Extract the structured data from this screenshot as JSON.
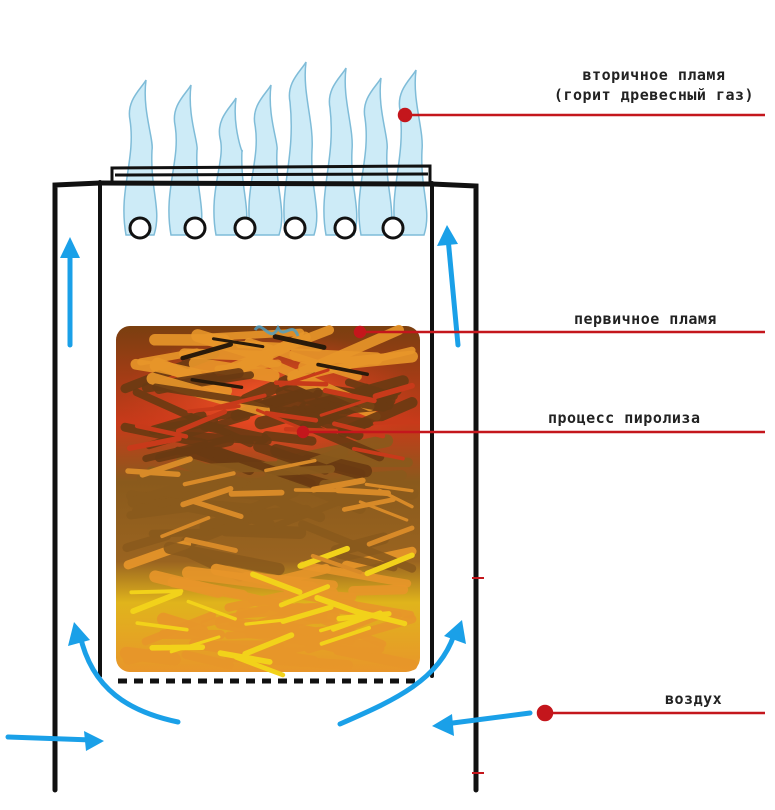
{
  "labels": {
    "secondary_flame_line1": "вторичное пламя",
    "secondary_flame_line2": "(горит древесный газ)",
    "primary_flame": "первичное пламя",
    "pyrolysis": "процесс пиролиза",
    "air": "воздух"
  },
  "colors": {
    "leader_line": "#c4161c",
    "stove_outline": "#111111",
    "airflow_arrow": "#1aa0e8",
    "secondary_flame": "#bfe6f6",
    "primary_flame": "#e23b1e",
    "wood_dark": "#8a5a1c",
    "wood_orange": "#e8962a",
    "wood_yellow": "#f2d21a"
  },
  "icons": [
    "stove-diagram",
    "airflow-arrow-icon",
    "secondary-flame-icon"
  ]
}
